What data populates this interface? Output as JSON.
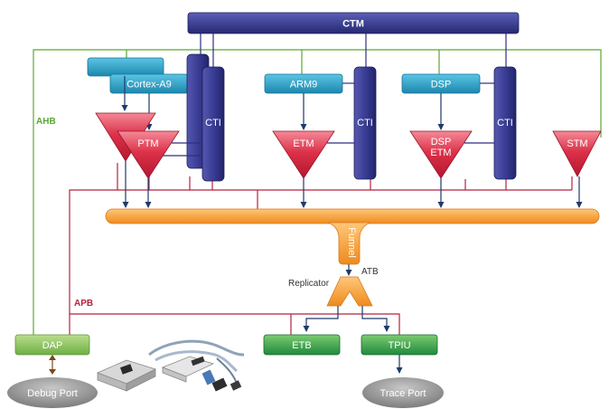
{
  "nodes": {
    "ctm": "CTM",
    "cortex_a9": "Cortex-A9",
    "arm9": "ARM9",
    "dsp": "DSP",
    "cti_1": "CTI",
    "cti_2": "CTI",
    "cti_3": "CTI",
    "ptm": "PTM",
    "etm": "ETM",
    "dsp_etm_line1": "DSP",
    "dsp_etm_line2": "ETM",
    "stm": "STM",
    "funnel": "Funnel",
    "replicator": "Replicator",
    "atb": "ATB",
    "etb": "ETB",
    "tpiu": "TPIU",
    "dap": "DAP",
    "debug_port": "Debug Port",
    "trace_port": "Trace Port"
  },
  "buses": {
    "ahb": "AHB",
    "apb": "APB"
  },
  "colors": {
    "ctm": "#2e2f86",
    "cpu": "#2a9bc1",
    "cti": "#2f3583",
    "trace_source": "#d0223e",
    "funnel_bus": "#f39a2c",
    "sink": "#2e9a48",
    "port": "#8c8c8c",
    "ahb_line": "#5aa832",
    "apb_line": "#b4233f",
    "arrow": "#1f3a6b"
  },
  "icons": [
    "debug-probe-cable-icon"
  ]
}
